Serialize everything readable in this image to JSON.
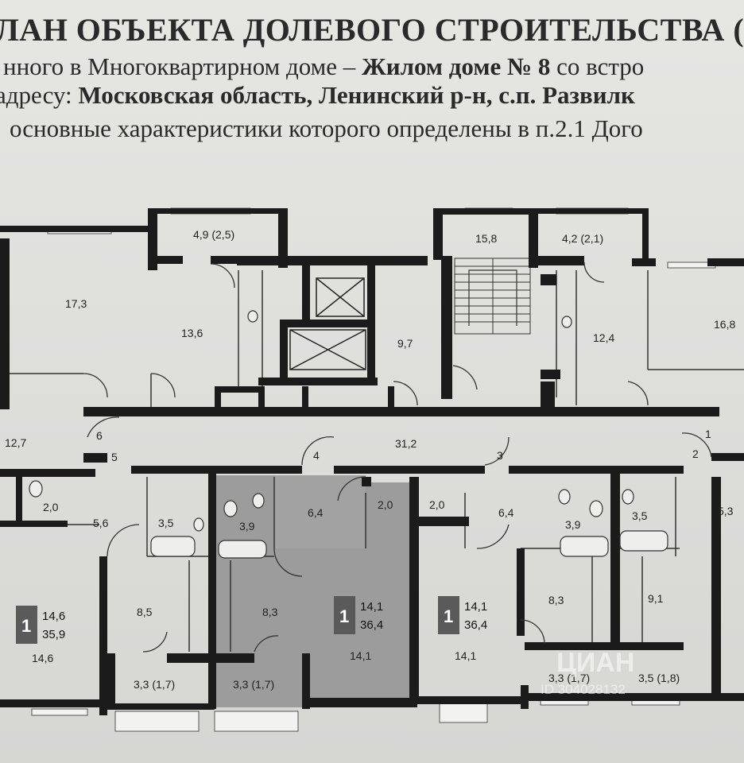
{
  "header": {
    "line1": "ЛАН ОБЪЕКТА ДОЛЕВОГО СТРОИТЕЛЬСТВА (КВАРТ",
    "line2_a": "нного в Многоквартирном доме – ",
    "line2_b": "Жилом доме № 8",
    "line2_c": " со встро",
    "line3_a": "адресу: ",
    "line3_b": "Московская область, Ленинский р-н, с.п. Развилк",
    "line4": "основные характеристики которого определены в п.2.1 Дого"
  },
  "rooms": {
    "r_17_3": "17,3",
    "r_4_9": "4,9 (2,5)",
    "r_13_6": "13,6",
    "r_9_7": "9,7",
    "r_15_8": "15,8",
    "r_4_2": "4,2 (2,1)",
    "r_12_4": "12,4",
    "r_16_8": "16,8",
    "r_12_7": "12,7",
    "r_31_2": "31,2",
    "r_2_0_a": "2,0",
    "r_5_6": "5,6",
    "r_3_5_a": "3,5",
    "r_3_9_a": "3,9",
    "r_6_4_a": "6,4",
    "r_2_0_b": "2,0",
    "r_2_0_c": "2,0",
    "r_6_4_b": "6,4",
    "r_3_9_b": "3,9",
    "r_3_5_b": "3,5",
    "r_5_3": "5,3",
    "r_8_5": "8,5",
    "r_8_3_a": "8,3",
    "r_14_1_a": "14,1",
    "r_14_1_b": "14,1",
    "r_8_3_b": "8,3",
    "r_9_1": "9,1",
    "r_14_6": "14,6",
    "r_3_3_a": "3,3 (1,7)",
    "r_3_3_b": "3,3 (1,7)",
    "r_3_3_c": "3,3 (1,7)",
    "r_3_5_c": "3,5 (1,8)"
  },
  "doors": {
    "d1": "1",
    "d2": "2",
    "d3": "3",
    "d4": "4",
    "d5": "5",
    "d6": "6"
  },
  "apartments": [
    {
      "rooms": "1",
      "living": "14,6",
      "total": "35,9"
    },
    {
      "rooms": "1",
      "living": "14,1",
      "total": "36,4"
    },
    {
      "rooms": "1",
      "living": "14,1",
      "total": "36,4"
    }
  ],
  "watermark": {
    "brand": "ЦИАН",
    "id": "ID 304028132"
  },
  "colors": {
    "highlight": "#9a9a9a",
    "wall": "#1b1b1b",
    "badge": "#5a5a5a"
  }
}
